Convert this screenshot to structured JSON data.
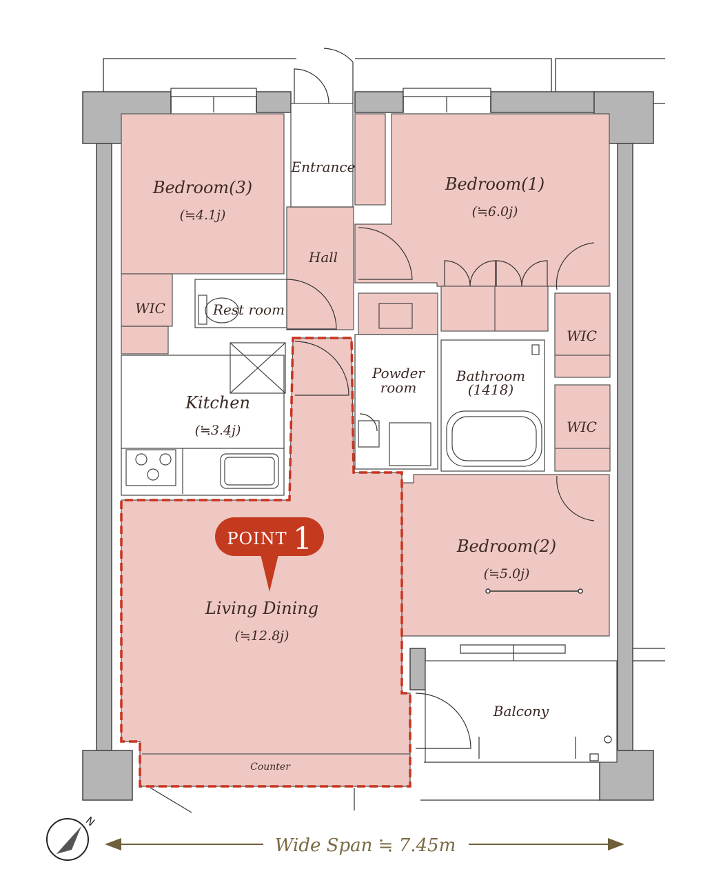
{
  "colors": {
    "room_fill": "#efc7c3",
    "wall_fill": "#b5b5b5",
    "highlight_line": "#c8341f",
    "point_badge": "#c43a1f",
    "span_arrow": "#6e5f3a"
  },
  "rooms": {
    "entrance": "Entrance",
    "hall": "Hall",
    "bedroom1": {
      "name": "Bedroom(1)",
      "size": "(≒6.0j)"
    },
    "bedroom2": {
      "name": "Bedroom(2)",
      "size": "(≒5.0j)"
    },
    "bedroom3": {
      "name": "Bedroom(3)",
      "size": "(≒4.1j)"
    },
    "wic_left": "WIC",
    "wic_right_top": "WIC",
    "wic_right_bottom": "WIC",
    "restroom": "Rest room",
    "kitchen": {
      "name": "Kitchen",
      "size": "(≒3.4j)"
    },
    "powder_room": {
      "line1": "Powder",
      "line2": "room"
    },
    "bathroom": {
      "line1": "Bathroom",
      "line2": "(1418)"
    },
    "living_dining": {
      "name": "Living Dining",
      "size": "(≒12.8j)"
    },
    "balcony": "Balcony",
    "counter": "Counter"
  },
  "point_badge": {
    "word": "POINT",
    "number": "1"
  },
  "wide_span": "Wide Span ≒ 7.45m",
  "compass": {
    "north_label": "N"
  }
}
